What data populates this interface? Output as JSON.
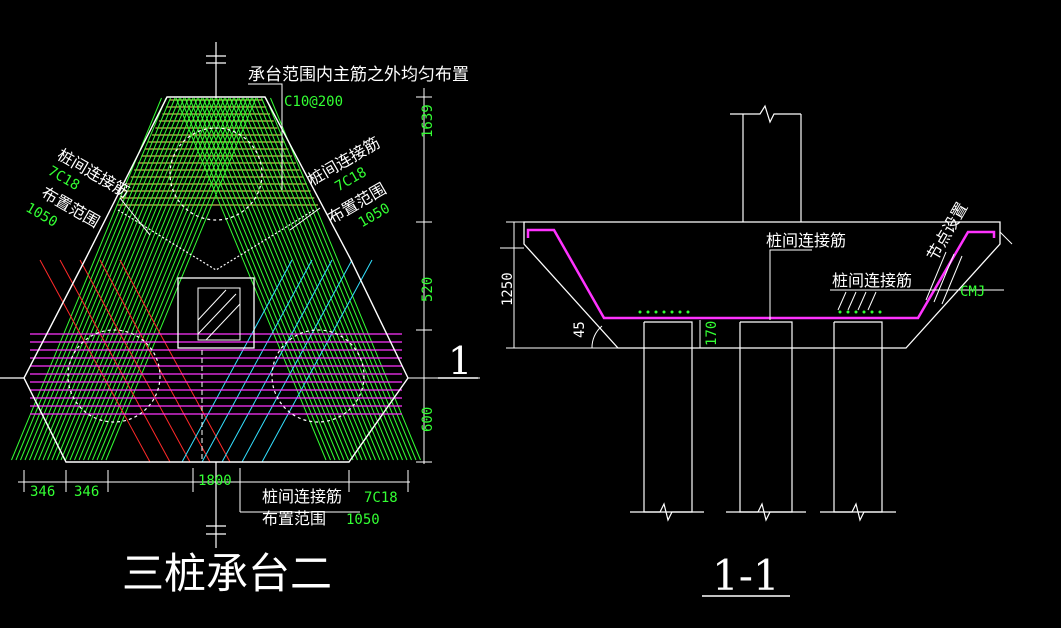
{
  "colors": {
    "background": "#000000",
    "line_white": "#ffffff",
    "rebar_green": "#33ff33",
    "rebar_yellow": "#f5e663",
    "rebar_magenta": "#ff33ff",
    "rebar_red": "#ff2a2a",
    "rebar_cyan": "#33e0ff",
    "text_white": "#ffffff",
    "text_green": "#33ff33"
  },
  "plan": {
    "title": "三桩承台二",
    "note_top": "承台范围内主筋之外均匀布置",
    "spacing_label": "C10@200",
    "left_label_1": "桩间连接筋",
    "left_label_2": "7C18",
    "left_label_3": "布置范围",
    "left_label_4": "1050",
    "right_label_1": "桩间连接筋",
    "right_label_2": "7C18",
    "right_label_3": "布置范围",
    "right_label_4": "1050",
    "bottom_label_1": "桩间连接筋",
    "bottom_label_2": "7C18",
    "bottom_label_3": "布置范围",
    "bottom_label_4": "1050",
    "dim_right_1": "1639",
    "dim_right_2": "520",
    "dim_right_3": "600",
    "dim_bottom_1": "346",
    "dim_bottom_2": "346",
    "dim_bottom_3": "1800",
    "section_mark": "1"
  },
  "section": {
    "title": "1-1",
    "label_center": "桩间连接筋",
    "label_right": "桩间连接筋",
    "label_node": "节点设置",
    "label_cmj": "CMJ",
    "dim_height": "1250",
    "dim_angle": "45",
    "dim_170": "170"
  }
}
